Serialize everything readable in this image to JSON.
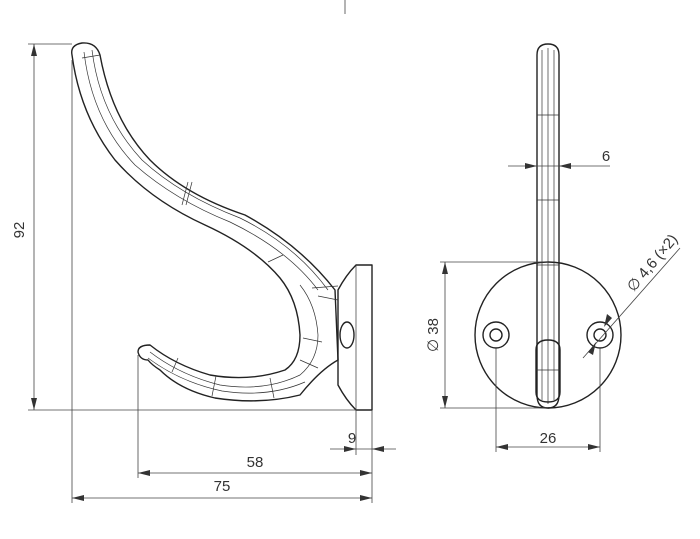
{
  "drawing": {
    "dimensions": {
      "height_total": "92",
      "hook_thickness": "6",
      "plate_diameter": "∅ 38",
      "hole_diameter": "∅ 4,6 (×2)",
      "plate_thickness": "9",
      "lower_hook_depth": "58",
      "overall_depth": "75",
      "hole_spacing": "26"
    }
  }
}
